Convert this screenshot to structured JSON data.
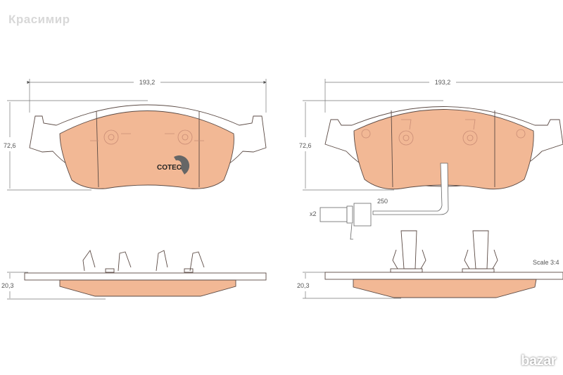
{
  "watermark": "Красимир",
  "logo_cotec": "COTEC",
  "brand_logo": "bazar",
  "left_pad": {
    "width_label": "193,2",
    "height_label": "72,6",
    "thickness_label": "20,3"
  },
  "right_pad": {
    "width_label": "193,2",
    "height_label": "72,6",
    "thickness_label": "20,3",
    "wire_length_label": "250",
    "sensor_count_label": "x2"
  },
  "scale_label": "Scale 3:4",
  "colors": {
    "friction": "#f2b895",
    "outline": "#5b4a44",
    "plate": "#ffffff"
  }
}
